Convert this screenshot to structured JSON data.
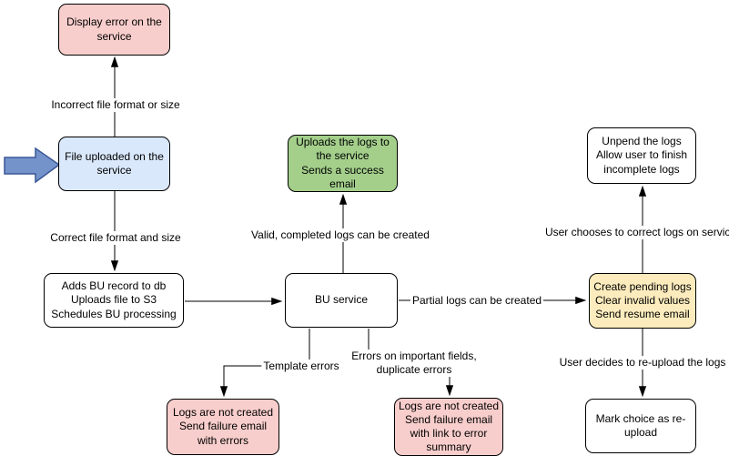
{
  "colors": {
    "node_red": "#f8cecc",
    "node_blue": "#dae8fc",
    "node_green": "#a3cf8b",
    "node_yellow": "#fcecbd",
    "node_white": "#ffffff",
    "input_arrow_fill": "#7593cb",
    "input_arrow_stroke": "#3a5795",
    "line": "#000000"
  },
  "nodes": {
    "display_error": {
      "label": "Display error on the service"
    },
    "file_uploaded": {
      "label": "File uploaded on the service"
    },
    "adds_bu": {
      "label": "Adds BU record to db\nUploads file to S3\nSchedules BU processing"
    },
    "bu_service": {
      "label": "BU service"
    },
    "uploads_logs": {
      "label": "Uploads the logs to the service\nSends a success email"
    },
    "unpend_logs": {
      "label": "Unpend the logs\nAllow user to finish incomplete logs"
    },
    "create_pending": {
      "label": "Create pending logs\nClear invalid values\nSend resume email"
    },
    "mark_choice": {
      "label": "Mark choice as re-upload"
    },
    "logs_not_created_errors": {
      "label": "Logs are not created\nSend failure email with errors"
    },
    "logs_not_created_summary": {
      "label": "Logs are not created\nSend failure email with link to error summary"
    }
  },
  "edge_labels": {
    "incorrect_file": "Incorrect file format or size",
    "correct_file": "Correct file format and size",
    "valid_logs": "Valid, completed logs can be created",
    "partial_logs": "Partial logs can be created",
    "template_errors": "Template errors",
    "important_fields": "Errors on important fields, duplicate errors",
    "user_corrects": "User chooses to correct logs on service",
    "user_reuploads": "User decides to re-upload the logs"
  }
}
